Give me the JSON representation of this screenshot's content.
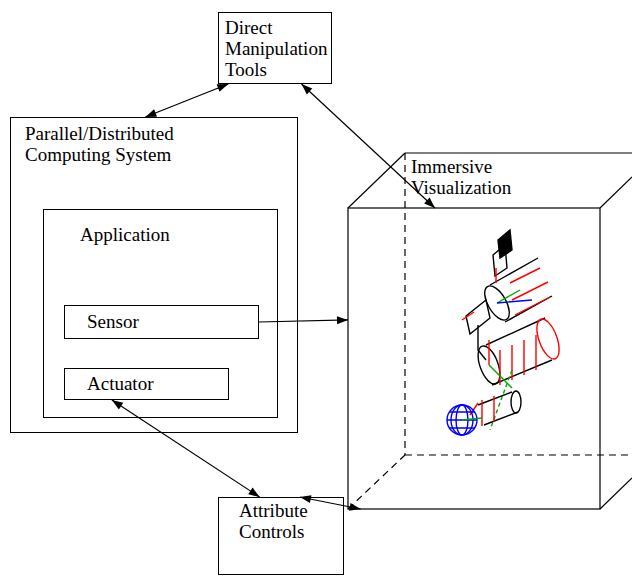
{
  "diagram": {
    "nodes": [
      {
        "text": [
          "Direct Manipulation Tools"
        ]
      },
      {
        "text": [
          "Parallel/Distributed Computing System"
        ]
      },
      {
        "text": [
          "Application"
        ],
        "in": 1
      },
      {
        "text": [
          "Sensor"
        ],
        "in": 2
      },
      {
        "text": [
          "Actuator"
        ],
        "in": 2
      },
      {
        "text": [
          "Immersive Visualization"
        ]
      },
      {
        "text": [
          "Attribute Controls"
        ]
      }
    ],
    "edges": [
      {
        "from": 0,
        "to": 1,
        "arrow": "both"
      },
      {
        "from": 0,
        "to": 5,
        "arrow": "both"
      },
      {
        "from": 3,
        "to": 5,
        "arrow": "to"
      },
      {
        "from": 4,
        "to": 6,
        "arrow": "both"
      },
      {
        "from": 5,
        "to": 6,
        "arrow": "both"
      }
    ]
  }
}
